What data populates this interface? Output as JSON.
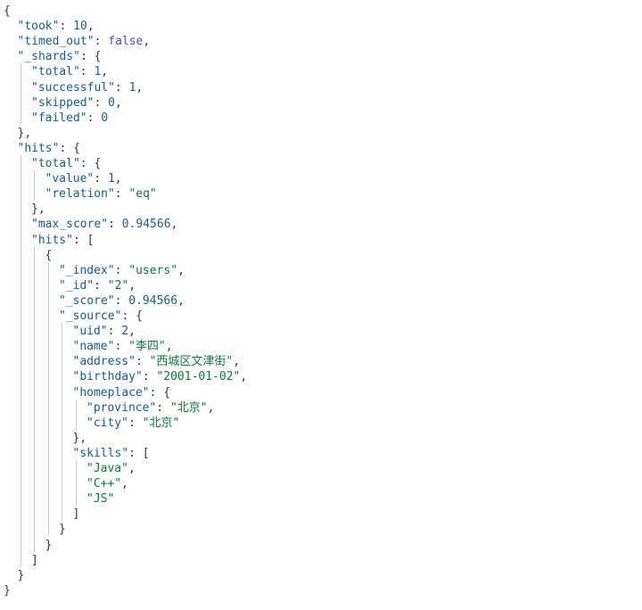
{
  "json_viewer": {
    "colors": {
      "key": "#135c91",
      "string": "#0b7a3b",
      "number": "#1a5d8a",
      "boolean": "#5a46c8",
      "punctuation": "#2f3a4a",
      "guide": "#c7cbd3",
      "background": "#ffffff"
    },
    "lines": [
      {
        "indent": 0,
        "tokens": [
          {
            "t": "p",
            "v": "{"
          }
        ]
      },
      {
        "indent": 1,
        "tokens": [
          {
            "t": "k",
            "v": "\"took\""
          },
          {
            "t": "p",
            "v": ": "
          },
          {
            "t": "n",
            "v": "10"
          },
          {
            "t": "p",
            "v": ","
          }
        ]
      },
      {
        "indent": 1,
        "tokens": [
          {
            "t": "k",
            "v": "\"timed_out\""
          },
          {
            "t": "p",
            "v": ": "
          },
          {
            "t": "b",
            "v": "false"
          },
          {
            "t": "p",
            "v": ","
          }
        ]
      },
      {
        "indent": 1,
        "tokens": [
          {
            "t": "k",
            "v": "\"_shards\""
          },
          {
            "t": "p",
            "v": ": {"
          }
        ]
      },
      {
        "indent": 2,
        "tokens": [
          {
            "t": "k",
            "v": "\"total\""
          },
          {
            "t": "p",
            "v": ": "
          },
          {
            "t": "n",
            "v": "1"
          },
          {
            "t": "p",
            "v": ","
          }
        ]
      },
      {
        "indent": 2,
        "tokens": [
          {
            "t": "k",
            "v": "\"successful\""
          },
          {
            "t": "p",
            "v": ": "
          },
          {
            "t": "n",
            "v": "1"
          },
          {
            "t": "p",
            "v": ","
          }
        ]
      },
      {
        "indent": 2,
        "tokens": [
          {
            "t": "k",
            "v": "\"skipped\""
          },
          {
            "t": "p",
            "v": ": "
          },
          {
            "t": "n",
            "v": "0"
          },
          {
            "t": "p",
            "v": ","
          }
        ]
      },
      {
        "indent": 2,
        "tokens": [
          {
            "t": "k",
            "v": "\"failed\""
          },
          {
            "t": "p",
            "v": ": "
          },
          {
            "t": "n",
            "v": "0"
          }
        ]
      },
      {
        "indent": 1,
        "tokens": [
          {
            "t": "p",
            "v": "},"
          }
        ]
      },
      {
        "indent": 1,
        "tokens": [
          {
            "t": "k",
            "v": "\"hits\""
          },
          {
            "t": "p",
            "v": ": {"
          }
        ]
      },
      {
        "indent": 2,
        "tokens": [
          {
            "t": "k",
            "v": "\"total\""
          },
          {
            "t": "p",
            "v": ": {"
          }
        ]
      },
      {
        "indent": 3,
        "tokens": [
          {
            "t": "k",
            "v": "\"value\""
          },
          {
            "t": "p",
            "v": ": "
          },
          {
            "t": "n",
            "v": "1"
          },
          {
            "t": "p",
            "v": ","
          }
        ]
      },
      {
        "indent": 3,
        "tokens": [
          {
            "t": "k",
            "v": "\"relation\""
          },
          {
            "t": "p",
            "v": ": "
          },
          {
            "t": "s",
            "v": "\"eq\""
          }
        ]
      },
      {
        "indent": 2,
        "tokens": [
          {
            "t": "p",
            "v": "},"
          }
        ]
      },
      {
        "indent": 2,
        "tokens": [
          {
            "t": "k",
            "v": "\"max_score\""
          },
          {
            "t": "p",
            "v": ": "
          },
          {
            "t": "n",
            "v": "0.94566"
          },
          {
            "t": "p",
            "v": ","
          }
        ]
      },
      {
        "indent": 2,
        "tokens": [
          {
            "t": "k",
            "v": "\"hits\""
          },
          {
            "t": "p",
            "v": ": ["
          }
        ]
      },
      {
        "indent": 3,
        "tokens": [
          {
            "t": "p",
            "v": "{"
          }
        ]
      },
      {
        "indent": 4,
        "tokens": [
          {
            "t": "k",
            "v": "\"_index\""
          },
          {
            "t": "p",
            "v": ": "
          },
          {
            "t": "s",
            "v": "\"users\""
          },
          {
            "t": "p",
            "v": ","
          }
        ]
      },
      {
        "indent": 4,
        "tokens": [
          {
            "t": "k",
            "v": "\"_id\""
          },
          {
            "t": "p",
            "v": ": "
          },
          {
            "t": "s",
            "v": "\"2\""
          },
          {
            "t": "p",
            "v": ","
          }
        ]
      },
      {
        "indent": 4,
        "tokens": [
          {
            "t": "k",
            "v": "\"_score\""
          },
          {
            "t": "p",
            "v": ": "
          },
          {
            "t": "n",
            "v": "0.94566"
          },
          {
            "t": "p",
            "v": ","
          }
        ]
      },
      {
        "indent": 4,
        "tokens": [
          {
            "t": "k",
            "v": "\"_source\""
          },
          {
            "t": "p",
            "v": ": {"
          }
        ]
      },
      {
        "indent": 5,
        "tokens": [
          {
            "t": "k",
            "v": "\"uid\""
          },
          {
            "t": "p",
            "v": ": "
          },
          {
            "t": "n",
            "v": "2"
          },
          {
            "t": "p",
            "v": ","
          }
        ]
      },
      {
        "indent": 5,
        "tokens": [
          {
            "t": "k",
            "v": "\"name\""
          },
          {
            "t": "p",
            "v": ": "
          },
          {
            "t": "s",
            "v": "\"李四\""
          },
          {
            "t": "p",
            "v": ","
          }
        ]
      },
      {
        "indent": 5,
        "tokens": [
          {
            "t": "k",
            "v": "\"address\""
          },
          {
            "t": "p",
            "v": ": "
          },
          {
            "t": "s",
            "v": "\"西城区文津街\""
          },
          {
            "t": "p",
            "v": ","
          }
        ]
      },
      {
        "indent": 5,
        "tokens": [
          {
            "t": "k",
            "v": "\"birthday\""
          },
          {
            "t": "p",
            "v": ": "
          },
          {
            "t": "s",
            "v": "\"2001-01-02\""
          },
          {
            "t": "p",
            "v": ","
          }
        ]
      },
      {
        "indent": 5,
        "tokens": [
          {
            "t": "k",
            "v": "\"homeplace\""
          },
          {
            "t": "p",
            "v": ": {"
          }
        ]
      },
      {
        "indent": 6,
        "tokens": [
          {
            "t": "k",
            "v": "\"province\""
          },
          {
            "t": "p",
            "v": ": "
          },
          {
            "t": "s",
            "v": "\"北京\""
          },
          {
            "t": "p",
            "v": ","
          }
        ]
      },
      {
        "indent": 6,
        "tokens": [
          {
            "t": "k",
            "v": "\"city\""
          },
          {
            "t": "p",
            "v": ": "
          },
          {
            "t": "s",
            "v": "\"北京\""
          }
        ]
      },
      {
        "indent": 5,
        "tokens": [
          {
            "t": "p",
            "v": "},"
          }
        ]
      },
      {
        "indent": 5,
        "tokens": [
          {
            "t": "k",
            "v": "\"skills\""
          },
          {
            "t": "p",
            "v": ": ["
          }
        ]
      },
      {
        "indent": 6,
        "tokens": [
          {
            "t": "s",
            "v": "\"Java\""
          },
          {
            "t": "p",
            "v": ","
          }
        ]
      },
      {
        "indent": 6,
        "tokens": [
          {
            "t": "s",
            "v": "\"C++\""
          },
          {
            "t": "p",
            "v": ","
          }
        ]
      },
      {
        "indent": 6,
        "tokens": [
          {
            "t": "s",
            "v": "\"JS\""
          }
        ]
      },
      {
        "indent": 5,
        "tokens": [
          {
            "t": "p",
            "v": "]"
          }
        ]
      },
      {
        "indent": 4,
        "tokens": [
          {
            "t": "p",
            "v": "}"
          }
        ]
      },
      {
        "indent": 3,
        "tokens": [
          {
            "t": "p",
            "v": "}"
          }
        ]
      },
      {
        "indent": 2,
        "tokens": [
          {
            "t": "p",
            "v": "]"
          }
        ]
      },
      {
        "indent": 1,
        "tokens": [
          {
            "t": "p",
            "v": "}"
          }
        ]
      },
      {
        "indent": 0,
        "tokens": [
          {
            "t": "p",
            "v": "}"
          }
        ]
      }
    ]
  }
}
